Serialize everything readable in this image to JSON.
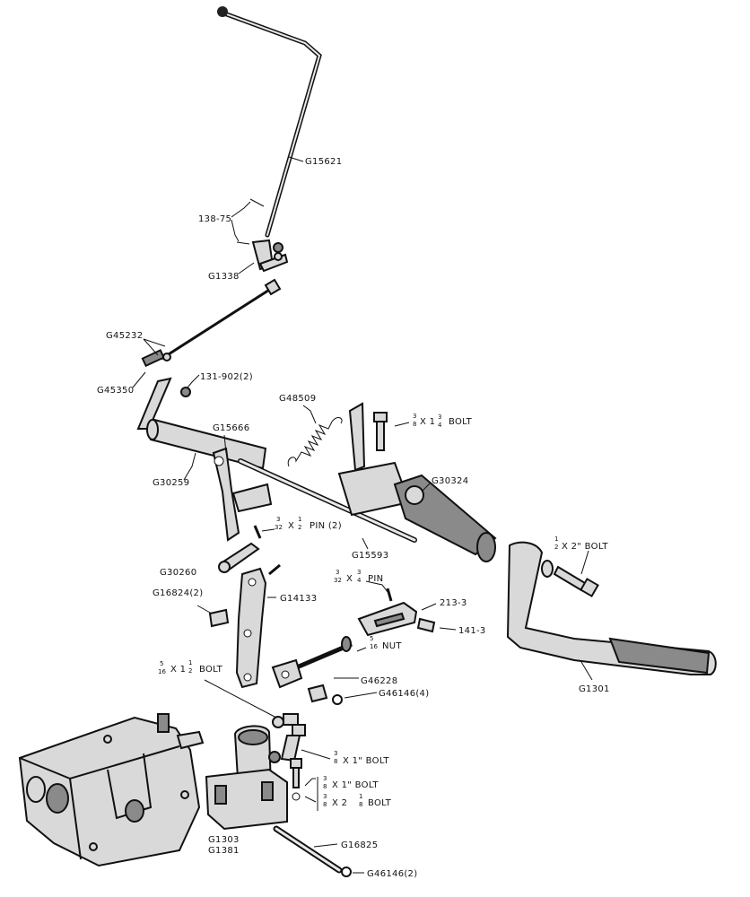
{
  "labels": {
    "g15621": "G15621",
    "l138_75": "138-75",
    "g1338": "G1338",
    "g45232": "G45232",
    "g45350": "G45350",
    "l131_902": "131-902(2)",
    "g48509": "G48509",
    "bolt_3_8_x_1_3_4": "X 1",
    "bolt_word": "BOLT",
    "g15666": "G15666",
    "g30259": "G30259",
    "g30324": "G30324",
    "pin_3_32_x_1_2": "X",
    "pin_2_word": "PIN (2)",
    "g15593": "G15593",
    "bolt_1_2_x_2": "X 2\" BOLT",
    "g30260": "G30260",
    "pin_3_32_x_3_4": "X",
    "pin_word": "PIN",
    "g16824": "G16824(2)",
    "g14133": "G14133",
    "l213_3": "213-3",
    "l141_3": "141-3",
    "nut_word": "NUT",
    "g46228": "G46228",
    "g1301": "G1301",
    "bolt_5_16_x_1_1_2": "X 1",
    "g46146_4": "G46146(4)",
    "bolt_3_8_x_1": "X 1\"  BOLT",
    "bolt_3_8_x_1b": "X 1\" BOLT",
    "bolt_3_8_x_2_1_8": "X 2",
    "g1303": "G1303",
    "g1381": "G1381",
    "g16825": "G16825",
    "g46146_2": "G46146(2)"
  }
}
